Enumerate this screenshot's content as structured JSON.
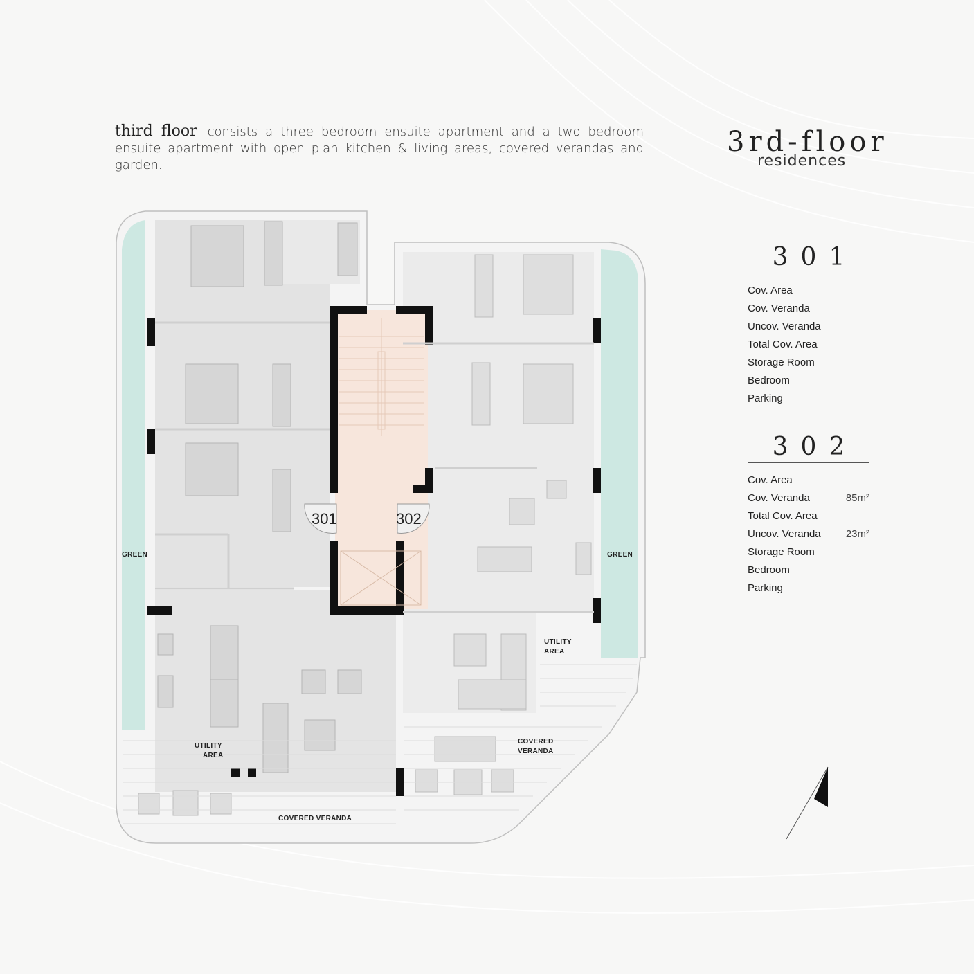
{
  "intro": {
    "lead": "third floor",
    "text": "consists a three bedroom ensuite apartment and a two bedroom ensuite apartment with open plan kitchen & living areas, covered verandas and garden."
  },
  "brand": {
    "title": "3rd-floor",
    "subtitle": "residences"
  },
  "units": [
    {
      "number": "301",
      "rows": [
        {
          "label": "Cov. Area",
          "value": ""
        },
        {
          "label": "Cov. Veranda",
          "value": ""
        },
        {
          "label": "Uncov. Veranda",
          "value": ""
        },
        {
          "label": "Total Cov. Area",
          "value": ""
        },
        {
          "label": "Storage Room",
          "value": ""
        },
        {
          "label": "Bedroom",
          "value": ""
        },
        {
          "label": "Parking",
          "value": ""
        }
      ]
    },
    {
      "number": "302",
      "rows": [
        {
          "label": "Cov. Area",
          "value": ""
        },
        {
          "label": "Cov. Veranda",
          "value": "85m²"
        },
        {
          "label": "Total Cov. Area",
          "value": ""
        },
        {
          "label": "Uncov. Veranda",
          "value": "23m²"
        },
        {
          "label": "Storage Room",
          "value": ""
        },
        {
          "label": "Bedroom",
          "value": ""
        },
        {
          "label": "Parking",
          "value": ""
        }
      ]
    }
  ],
  "plan_labels": {
    "green_left": "GREEN",
    "green_right": "GREEN",
    "utility_left_1": "UTILITY",
    "utility_left_2": "AREA",
    "utility_right_1": "UTILITY",
    "utility_right_2": "AREA",
    "veranda_left": "COVERED VERANDA",
    "veranda_right_1": "COVERED",
    "veranda_right_2": "VERANDA",
    "unit_left": "301",
    "unit_right": "302"
  },
  "colors": {
    "green": "#cde8e2",
    "core": "#f7e6dc",
    "apt": "#e6e6e6",
    "wall": "#111111"
  }
}
